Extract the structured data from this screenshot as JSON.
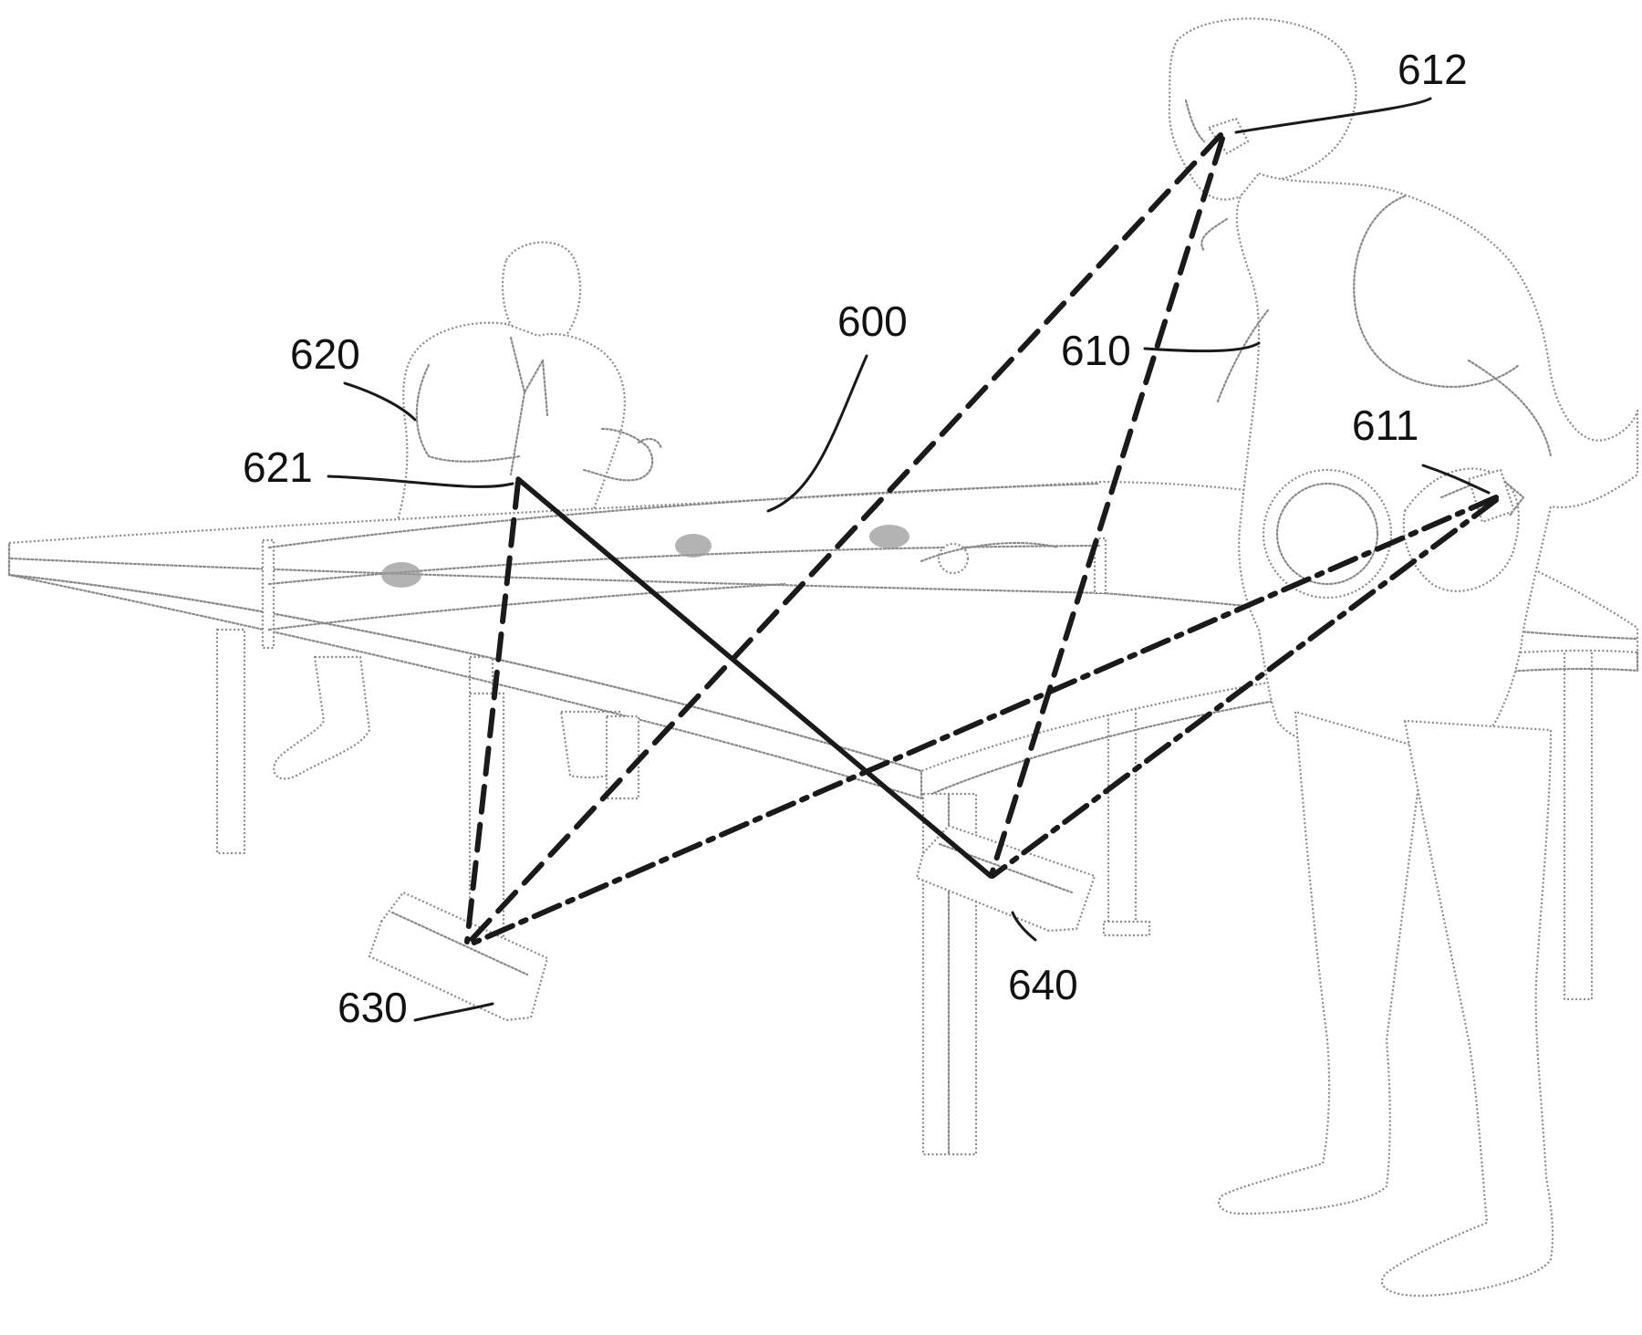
{
  "figure": {
    "labels": {
      "l600": "600",
      "l610": "610",
      "l611": "611",
      "l612": "612",
      "l620": "620",
      "l621": "621",
      "l630": "630",
      "l640": "640"
    }
  }
}
